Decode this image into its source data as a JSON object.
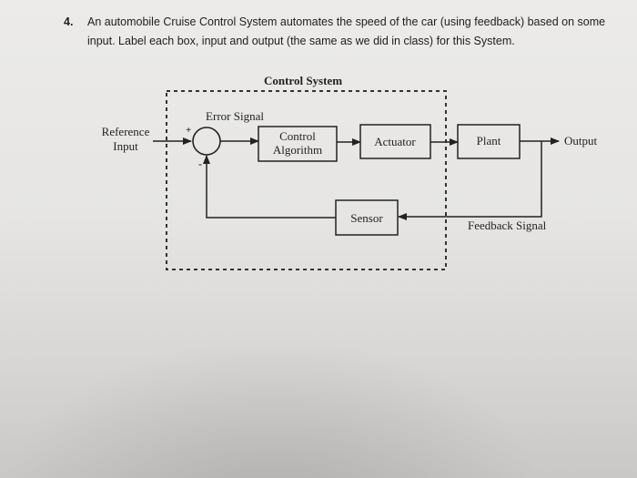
{
  "question": {
    "number": "4.",
    "text": "An automobile Cruise Control System automates the speed of the car (using feedback) based on some input. Label each box, input and output (the same as we did in class) for this System."
  },
  "diagram": {
    "system_label": "Control System",
    "error_label": "Error Signal",
    "reference_input_lines": [
      "Reference",
      "Input"
    ],
    "sum_plus": "+",
    "sum_minus": "-",
    "control_algorithm_lines": [
      "Control",
      "Algorithm"
    ],
    "actuator": "Actuator",
    "plant": "Plant",
    "output": "Output",
    "sensor": "Sensor",
    "feedback_label": "Feedback Signal"
  }
}
